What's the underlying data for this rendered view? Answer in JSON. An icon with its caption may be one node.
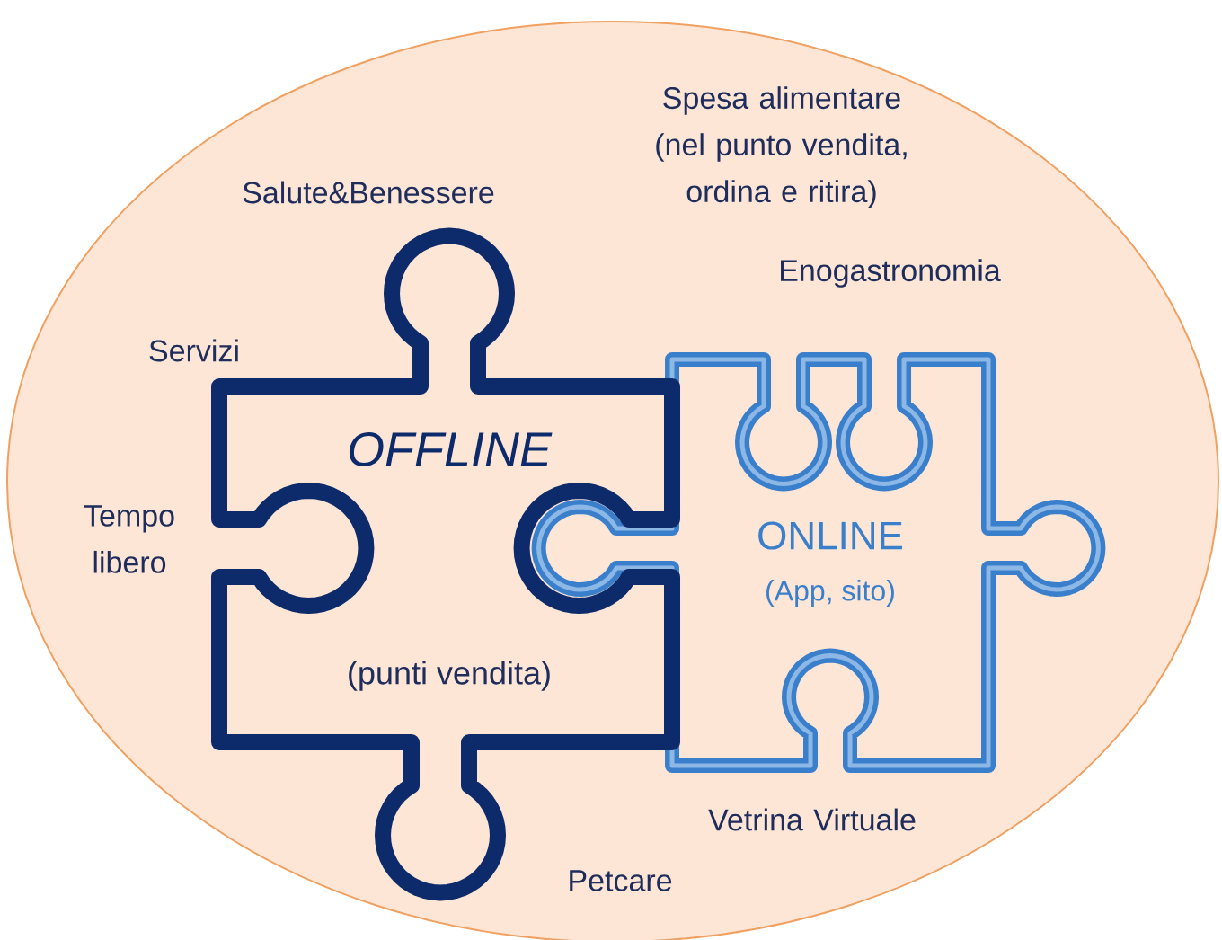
{
  "diagram": {
    "nodes": [
      {
        "text": [],
        "shape": "ellipse"
      },
      {
        "text": [
          "OFFLINE",
          "(punti vendita)"
        ],
        "in": 0
      },
      {
        "text": [
          "ONLINE",
          "(App, sito)"
        ],
        "in": 0
      }
    ],
    "labels": [
      "Spesa alimentare (nel punto vendita, ordina e ritira)",
      "Salute&Benessere",
      "Enogastronomia",
      "Servizi",
      "Tempo libero",
      "Vetrina Virtuale",
      "Petcare"
    ]
  }
}
